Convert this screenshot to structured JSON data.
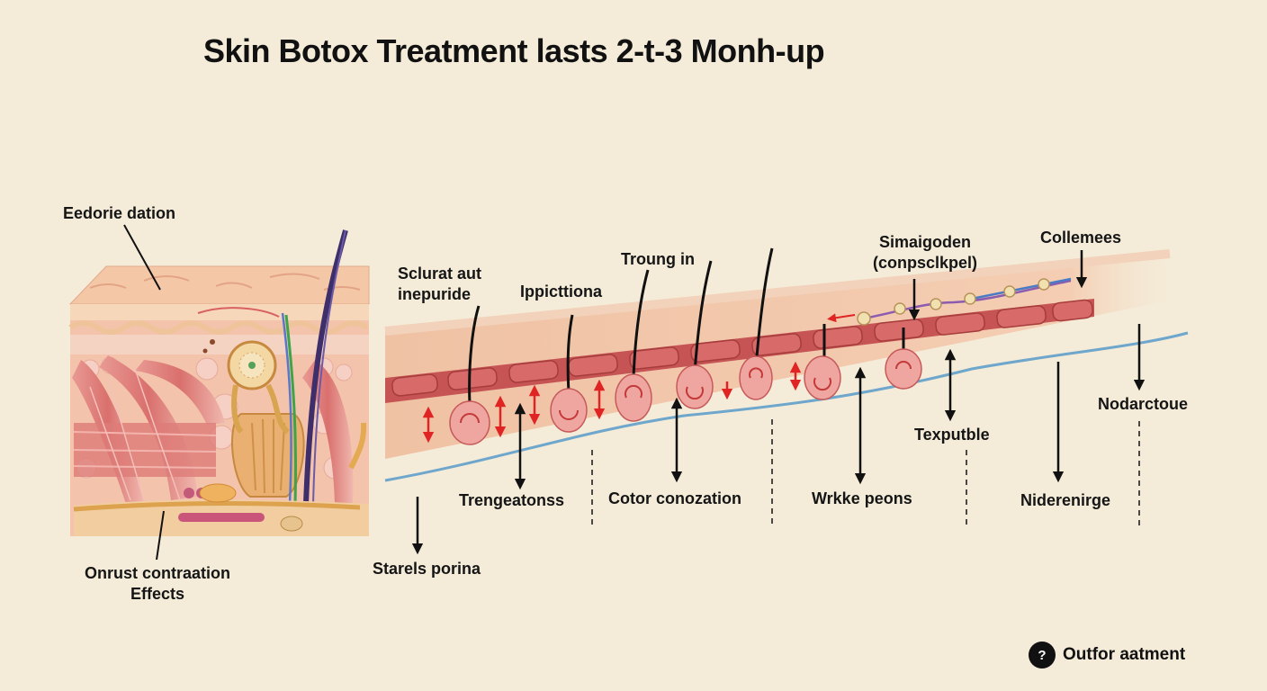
{
  "title": "Skin Botox Treatment lasts 2-t-3 Monh-up",
  "labels": {
    "top_left": "Eedorie dation",
    "bottom_left_line1": "Onrust contraation",
    "bottom_left_line2": "Effects",
    "sclurat_line1": "Sclurat aut",
    "sclurat_line2": "inepuride",
    "ippicttiona": "Ippicttiona",
    "troung": "Troung in",
    "simaigoden_line1": "Simaigoden",
    "simaigoden_line2": "(conpsclkpel)",
    "collemees": "Collemees",
    "nodarctoue": "Nodarctoue",
    "texputble": "Texputble",
    "trengeatonss": "Trengeatonss",
    "cotor": "Cotor conozation",
    "wrkke": "Wrkke peons",
    "niderenirge": "Niderenirge",
    "starels": "Starels porina"
  },
  "footer": {
    "badge": "?",
    "text": "Outfor aatment"
  },
  "colors": {
    "background": "#f4ecd9",
    "skin": "#f2c6a8",
    "muscle": "#d96f6f",
    "vessel": "#c65454",
    "nerve_line": "#6ea6cc",
    "arrow_red": "#e02424",
    "arrow_black": "#111111"
  }
}
